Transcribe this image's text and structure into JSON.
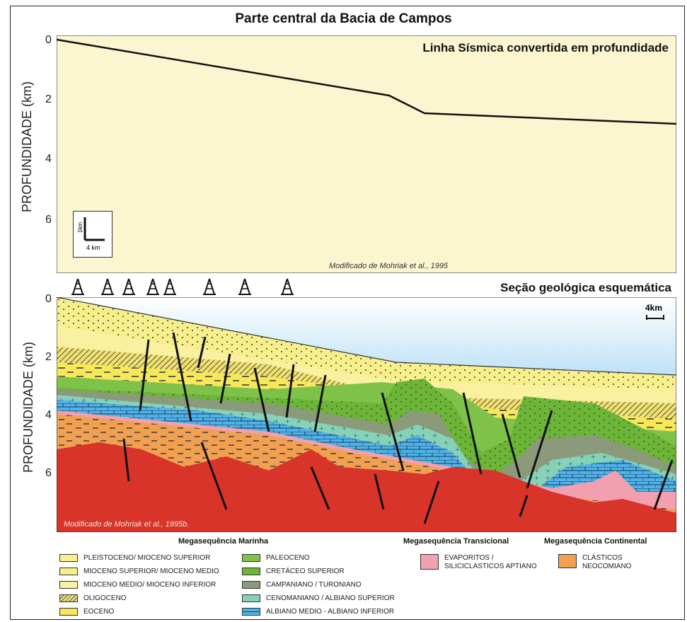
{
  "title": "Parte central da Bacia de Campos",
  "seismic": {
    "subtitle": "Linha Sísmica convertida em profundidade",
    "ylabel": "PROFUNDIDADE (km)",
    "ticks": [
      "0",
      "2",
      "4",
      "6"
    ],
    "scale_vertical": "1km",
    "scale_horizontal": "4 km",
    "credit": "Modificado de Mohriak et al., 1995"
  },
  "section": {
    "subtitle": "Seção geológica esquemática",
    "ylabel": "PROFUNDIDADE (km)",
    "ticks": [
      "0",
      "2",
      "4",
      "6"
    ],
    "scale": "4km",
    "credit": "Modificado de  Mohriak et al., 1995b.",
    "wells_count": 8
  },
  "megasequences": {
    "marinha": "Megasequência Marinha",
    "transicional": "Megasequência Transicional",
    "continental": "Megasequência Continental"
  },
  "legend": [
    {
      "label": "PLEISTOCENO/ MIOCENO SUPERIOR",
      "color": "#f7ef8c",
      "pattern": "dots"
    },
    {
      "label": "MIOCENO SUPERIOR/ MIOCENO MEDIO",
      "color": "#f7ef8c",
      "pattern": "pebbles"
    },
    {
      "label": "MIOCENO MEDIO/ MIOCENO INFERIOR",
      "color": "#f9f0a0",
      "pattern": "none"
    },
    {
      "label": "OLIGOCENO",
      "color": "#f0e070",
      "pattern": "hatch"
    },
    {
      "label": "EOCENO",
      "color": "#f6e85a",
      "pattern": "none"
    },
    {
      "label": "PALEOCENO",
      "color": "#7fc24a",
      "pattern": "none"
    },
    {
      "label": "CRETÁCEO SUPERIOR",
      "color": "#6cb536",
      "pattern": "none"
    },
    {
      "label": "CAMPANIANO / TURONIANO",
      "color": "#8a9a7a",
      "pattern": "none"
    },
    {
      "label": "CENOMANIANO / ALBIANO SUPERIOR",
      "color": "#86d1b8",
      "pattern": "none"
    },
    {
      "label": "ALBIANO MEDIO  - ALBIANO INFERIOR",
      "color": "#4fb3e8",
      "pattern": "bricks"
    },
    {
      "label": "EVAPORITOS / SILICICLASTICOS APTIANO",
      "color": "#f2a0b0",
      "pattern": "none"
    },
    {
      "label": "CLÁSTICOS NEOCOMIANO",
      "color": "#f0a050",
      "pattern": "none"
    }
  ],
  "colors": {
    "seismic_bg": "#fbf6d0",
    "sea_top": "#ffffff",
    "sea_bottom": "#3aa6e6",
    "basement": "#d8342a",
    "faults": "#111111"
  }
}
